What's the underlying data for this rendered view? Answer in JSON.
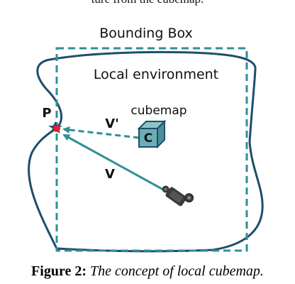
{
  "page": {
    "top_fragment": "ture from the cubemap."
  },
  "diagram": {
    "bounding_box_label": "Bounding Box",
    "local_environment_label": "Local environment",
    "cubemap_label": "cubemap",
    "cube_letter": "C",
    "point_label": "P",
    "vector_prime_label": "V'",
    "vector_label": "V",
    "colors": {
      "teal": "#2f8f98",
      "navy": "#1f4e6a",
      "cube_fill": "#6aaeb6",
      "cube_top": "#8cc4cb",
      "cube_side": "#4f8e97",
      "point": "#e0202a",
      "camera": "#3a3a3a"
    }
  },
  "caption": {
    "label": "Figure 2:",
    "text": "The concept of local cubemap."
  }
}
